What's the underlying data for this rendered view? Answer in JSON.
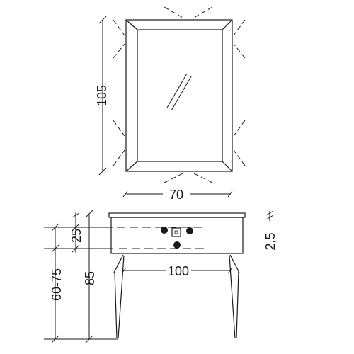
{
  "mirror": {
    "height_label": "105",
    "width_label": "70"
  },
  "console": {
    "width_label": "100",
    "height_label": "85",
    "drawer_height_label": "25",
    "top_thickness_label": "2,5",
    "leg_height_range_label": "60-75"
  }
}
